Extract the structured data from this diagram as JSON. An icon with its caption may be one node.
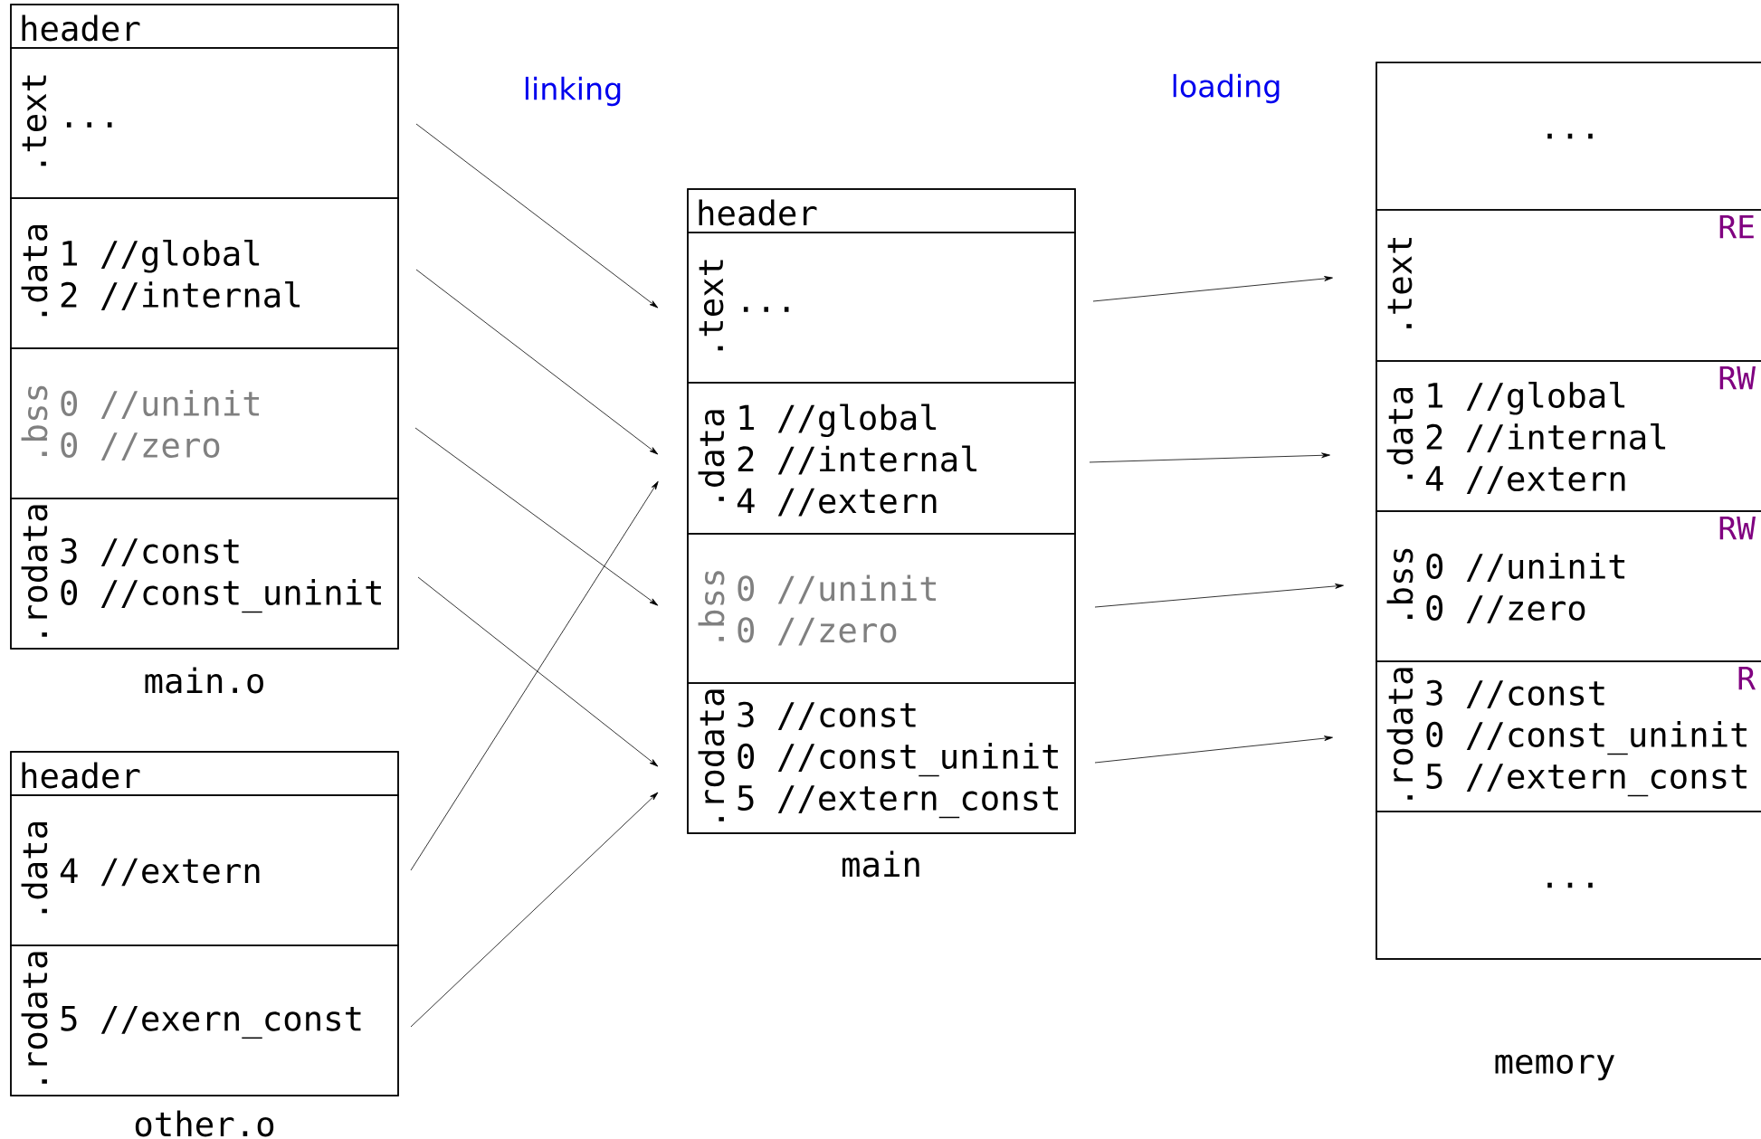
{
  "diagram": {
    "nodes": [
      {
        "text": [],
        "shape": "box",
        "beside": [
          "main.o"
        ]
      },
      {
        "text": [
          "header"
        ],
        "in": 0
      },
      {
        "text": [
          ".text",
          "..."
        ],
        "in": 0
      },
      {
        "text": [
          ".data",
          "1 //global",
          "2 //internal"
        ],
        "in": 0
      },
      {
        "text": [
          ".bss",
          "0 //uninit",
          "0 //zero"
        ],
        "in": 0
      },
      {
        "text": [
          ".rodata",
          "3 //const",
          "0 //const_uninit"
        ],
        "in": 0
      },
      {
        "text": [],
        "shape": "box",
        "beside": [
          "other.o"
        ]
      },
      {
        "text": [
          "header"
        ],
        "in": 6
      },
      {
        "text": [
          ".data",
          "4 //extern"
        ],
        "in": 6
      },
      {
        "text": [
          ".rodata",
          "5 //exern_const"
        ],
        "in": 6
      },
      {
        "text": [],
        "shape": "box",
        "beside": [
          "main"
        ]
      },
      {
        "text": [
          "header"
        ],
        "in": 10
      },
      {
        "text": [
          ".text",
          "..."
        ],
        "in": 10
      },
      {
        "text": [
          ".data",
          "1 //global",
          "2 //internal",
          "4 //extern"
        ],
        "in": 10
      },
      {
        "text": [
          ".bss",
          "0 //uninit",
          "0 //zero"
        ],
        "in": 10
      },
      {
        "text": [
          ".rodata",
          "3 //const",
          "0 //const_uninit",
          "5 //extern_const"
        ],
        "in": 10
      },
      {
        "text": [],
        "shape": "box",
        "beside": [
          "memory"
        ]
      },
      {
        "text": [
          "..."
        ],
        "in": 16
      },
      {
        "text": [
          ".text",
          "RE"
        ],
        "in": 16
      },
      {
        "text": [
          ".data",
          "RW",
          "1 //global",
          "2 //internal",
          "4 //extern"
        ],
        "in": 16
      },
      {
        "text": [
          ".bss",
          "RW",
          "0 //uninit",
          "0 //zero"
        ],
        "in": 16
      },
      {
        "text": [
          ".rodata",
          "R",
          "3 //const",
          "0 //const_uninit",
          "5 //extern_const"
        ],
        "in": 16
      },
      {
        "text": [
          "..."
        ],
        "in": 16
      }
    ],
    "edges": [
      {
        "from": 2,
        "to": 12,
        "arrow": "to"
      },
      {
        "from": 3,
        "to": 13,
        "arrow": "to"
      },
      {
        "from": 4,
        "to": 14,
        "arrow": "to"
      },
      {
        "from": 5,
        "to": 15,
        "arrow": "to"
      },
      {
        "from": 8,
        "to": 13,
        "arrow": "to"
      },
      {
        "from": 9,
        "to": 15,
        "arrow": "to"
      },
      {
        "from": 12,
        "to": 18,
        "arrow": "to"
      },
      {
        "from": 13,
        "to": 19,
        "arrow": "to"
      },
      {
        "from": 14,
        "to": 20,
        "arrow": "to"
      },
      {
        "from": 15,
        "to": 21,
        "arrow": "to"
      }
    ],
    "labels": [
      "linking",
      "loading"
    ]
  }
}
